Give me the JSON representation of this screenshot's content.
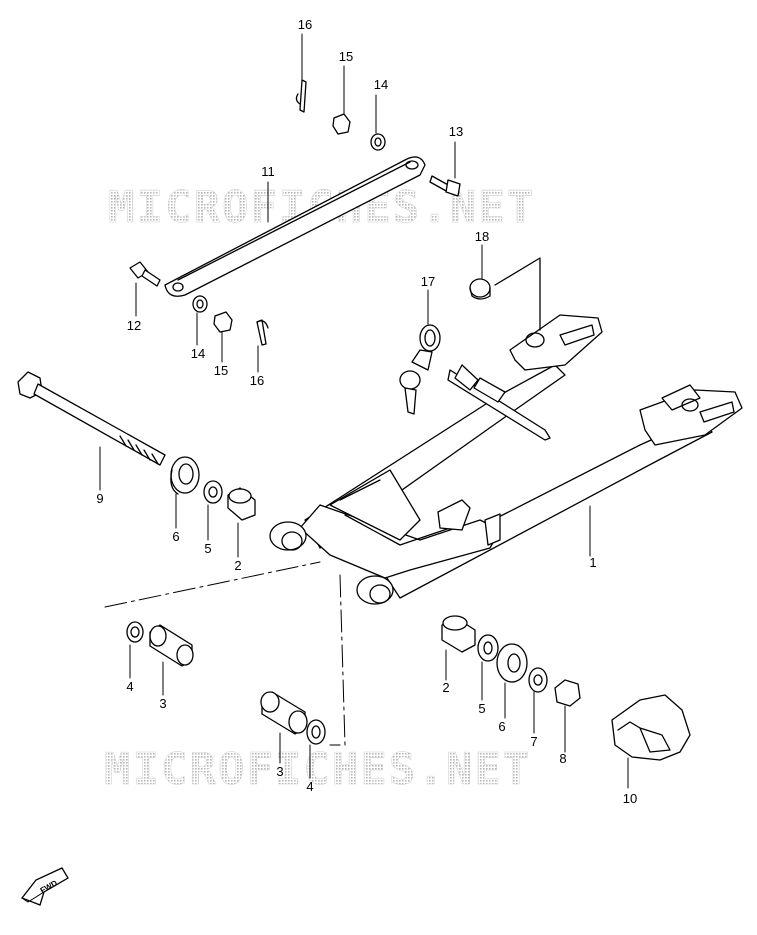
{
  "watermark": "MICROFICHES.NET",
  "fwd_label": "FWD",
  "callouts": [
    {
      "id": "c1",
      "label": "1"
    },
    {
      "id": "c2a",
      "label": "2"
    },
    {
      "id": "c2b",
      "label": "2"
    },
    {
      "id": "c3a",
      "label": "3"
    },
    {
      "id": "c3b",
      "label": "3"
    },
    {
      "id": "c4a",
      "label": "4"
    },
    {
      "id": "c4b",
      "label": "4"
    },
    {
      "id": "c5a",
      "label": "5"
    },
    {
      "id": "c5b",
      "label": "5"
    },
    {
      "id": "c6a",
      "label": "6"
    },
    {
      "id": "c6b",
      "label": "6"
    },
    {
      "id": "c7",
      "label": "7"
    },
    {
      "id": "c8",
      "label": "8"
    },
    {
      "id": "c9",
      "label": "9"
    },
    {
      "id": "c10",
      "label": "10"
    },
    {
      "id": "c11",
      "label": "11"
    },
    {
      "id": "c12",
      "label": "12"
    },
    {
      "id": "c13",
      "label": "13"
    },
    {
      "id": "c14a",
      "label": "14"
    },
    {
      "id": "c14b",
      "label": "14"
    },
    {
      "id": "c15a",
      "label": "15"
    },
    {
      "id": "c15b",
      "label": "15"
    },
    {
      "id": "c16a",
      "label": "16"
    },
    {
      "id": "c16b",
      "label": "16"
    },
    {
      "id": "c17",
      "label": "17"
    },
    {
      "id": "c18",
      "label": "18"
    }
  ]
}
